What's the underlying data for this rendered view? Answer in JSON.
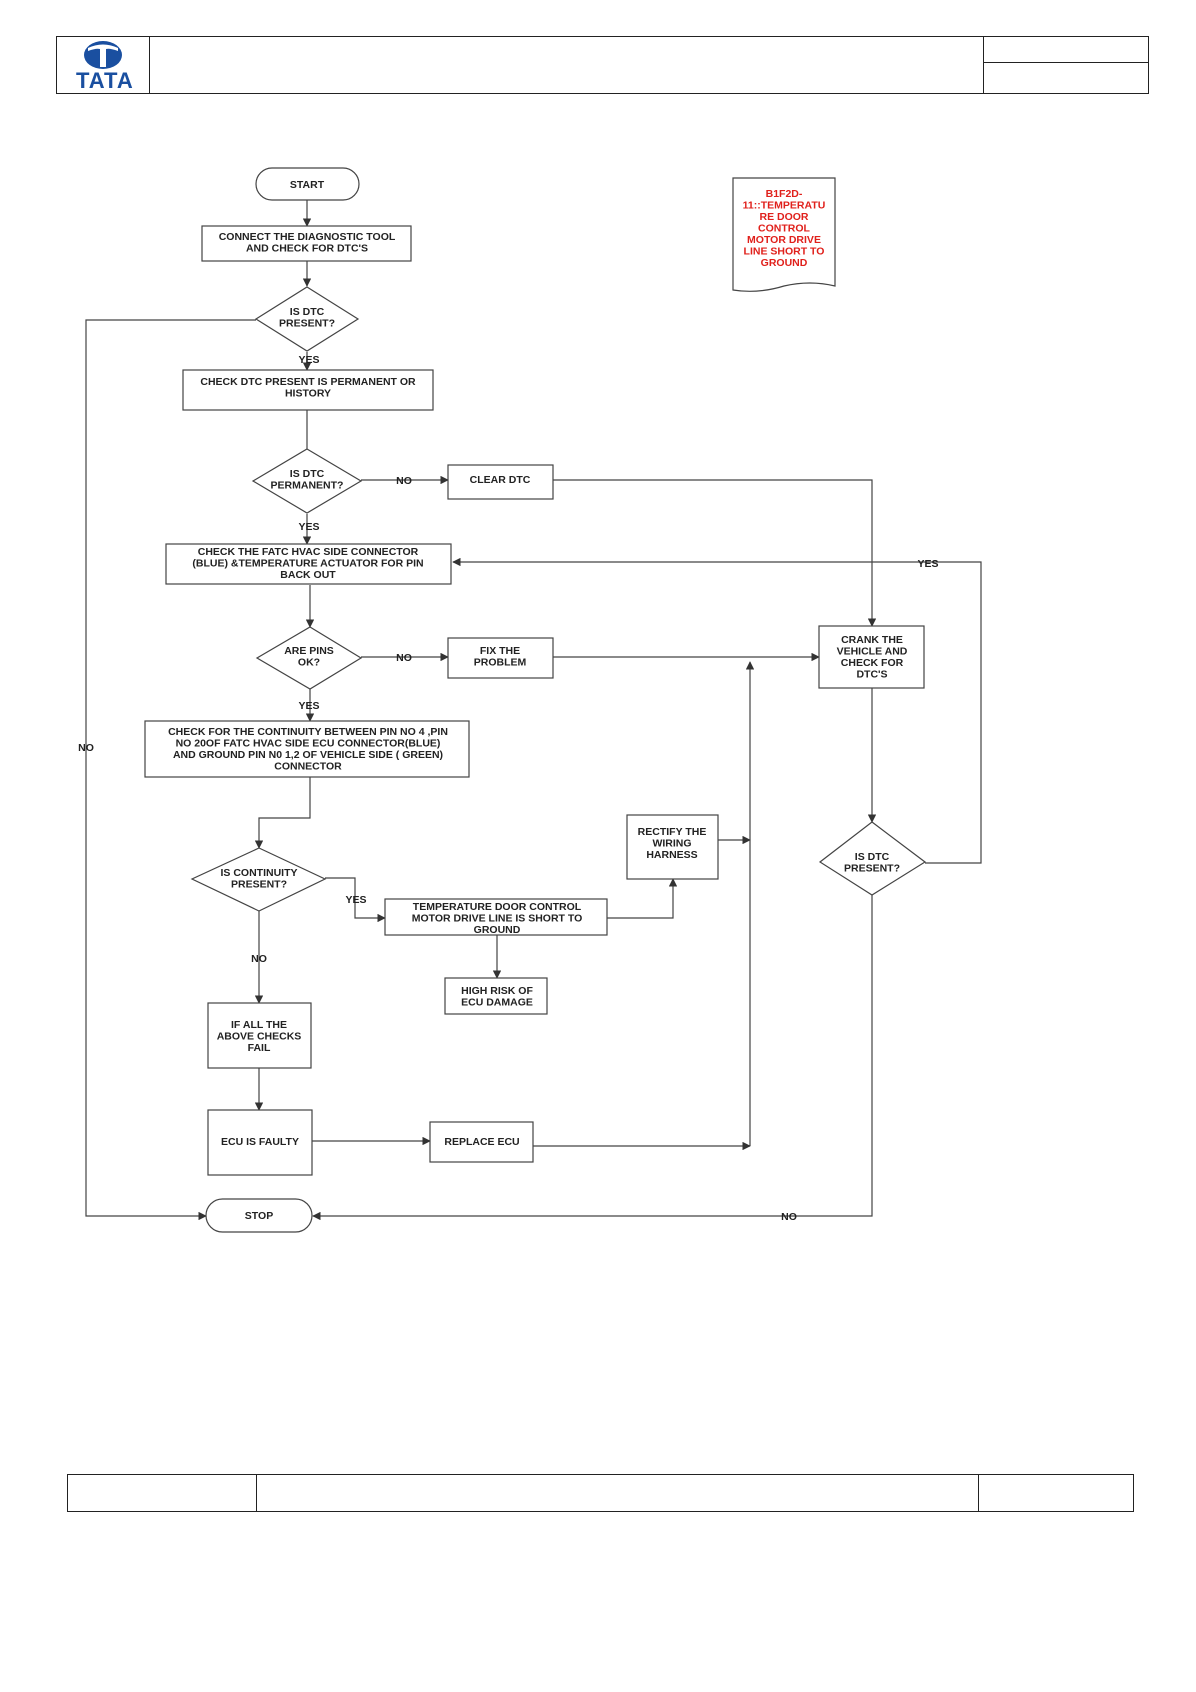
{
  "header": {
    "logo_text": "TATA",
    "brand_color": "#1a4fa0"
  },
  "flow": {
    "start": "START",
    "stop": "STOP",
    "dtc_title": [
      "B1F2D-",
      "11::TEMPERATU",
      "RE DOOR",
      "CONTROL",
      "MOTOR DRIVE",
      "LINE SHORT TO",
      "GROUND"
    ],
    "connect_tool": [
      "CONNECT THE DIAGNOSTIC TOOL",
      "AND CHECK FOR  DTC'S"
    ],
    "is_dtc_present_1": [
      "IS  DTC",
      "PRESENT?"
    ],
    "check_permanent": [
      "CHECK DTC  PRESENT IS PERMANENT OR",
      "HISTORY"
    ],
    "is_dtc_permanent": [
      "IS  DTC",
      "PERMANENT?"
    ],
    "clear_dtc": [
      "CLEAR DTC"
    ],
    "check_connector": [
      "CHECK THE FATC HVAC SIDE CONNECTOR",
      "(BLUE) &TEMPERATURE ACTUATOR FOR PIN",
      "BACK OUT"
    ],
    "are_pins_ok": [
      "ARE PINS",
      "OK?"
    ],
    "fix_problem": [
      "FIX THE",
      "PROBLEM"
    ],
    "crank_vehicle": [
      "CRANK THE",
      "VEHICLE AND",
      "CHECK FOR",
      "DTC'S"
    ],
    "check_continuity": [
      "CHECK FOR THE CONTINUITY BETWEEN PIN NO 4  ,PIN",
      "NO 20OF FATC HVAC SIDE ECU CONNECTOR(BLUE)",
      "AND  GROUND  PIN N0 1,2 OF VEHICLE SIDE ( GREEN)",
      "CONNECTOR"
    ],
    "rectify_harness": [
      "RECTIFY THE",
      "WIRING",
      "HARNESS"
    ],
    "is_dtc_present_2": [
      "IS  DTC",
      "PRESENT?"
    ],
    "is_continuity_present": [
      "IS CONTINUITY",
      "PRESENT?"
    ],
    "short_to_ground": [
      "TEMPERATURE DOOR CONTROL",
      "MOTOR DRIVE LINE IS SHORT TO",
      "GROUND"
    ],
    "high_risk": [
      "HIGH RISK OF",
      "ECU DAMAGE"
    ],
    "all_checks_fail": [
      "IF ALL THE",
      "ABOVE CHECKS",
      "FAIL"
    ],
    "ecu_faulty": [
      "ECU IS FAULTY"
    ],
    "replace_ecu": [
      "REPLACE ECU"
    ],
    "labels": {
      "yes": "YES",
      "no": "NO"
    },
    "dtc_title_color": "#e0201b",
    "line_color": "#444444"
  }
}
